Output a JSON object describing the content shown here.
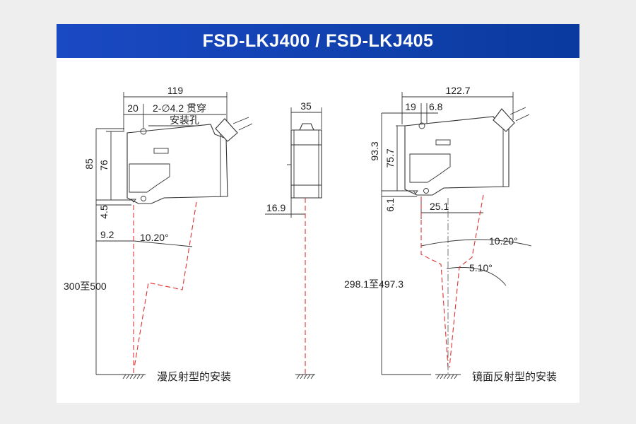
{
  "title": "FSD-LKJ400 / FSD-LKJ405",
  "left_view": {
    "dim_width": "119",
    "dim_offset": "20",
    "hole_note_line1": "2-∅4.2 贯穿",
    "hole_note_line2": "安装孔",
    "dim_height": "85",
    "dim_height_inner": "76",
    "dim_lower": "4.5",
    "dim_beam_offset": "9.2",
    "angle": "10.20°",
    "range": "300至500",
    "caption": "漫反射型的安装"
  },
  "middle_view": {
    "dim_width": "35",
    "dim_offset": "16.9"
  },
  "right_view": {
    "dim_width": "122.7",
    "dim_offset_a": "19",
    "dim_offset_b": "6.8",
    "dim_height": "93.3",
    "dim_height_inner": "75.7",
    "dim_lower": "6.1",
    "dim_beam_gap": "25.1",
    "angle_outer": "10.20°",
    "angle_inner": "5.10°",
    "range": "298.1至497.3",
    "caption": "镜面反射型的安装"
  },
  "colors": {
    "header": "#0a3a9e",
    "laser": "#e03030"
  }
}
